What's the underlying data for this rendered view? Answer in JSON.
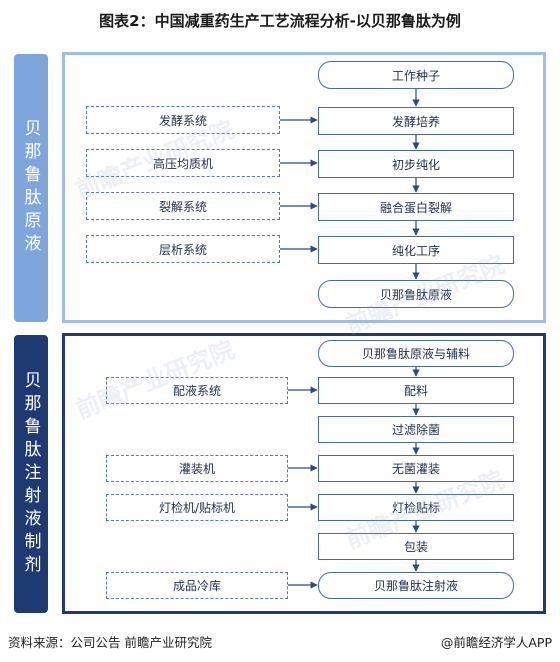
{
  "title": "图表2：中国减重药生产工艺流程分析-以贝那鲁肽为例",
  "section1": {
    "label": "贝那鲁肽原液",
    "steps": [
      "工作种子",
      "发酵培养",
      "初步纯化",
      "融合蛋白裂解",
      "纯化工序",
      "贝那鲁肽原液"
    ],
    "systems": [
      "发酵系统",
      "高压均质机",
      "裂解系统",
      "层析系统"
    ]
  },
  "section2": {
    "label": "贝那鲁肽注射液制剂",
    "steps": [
      "贝那鲁肽原液与辅料",
      "配料",
      "过滤除菌",
      "无菌灌装",
      "灯检贴标",
      "包装",
      "贝那鲁肽注射液"
    ],
    "systems": [
      "配液系统",
      "灌装机",
      "灯检机/贴标机",
      "成品冷库"
    ]
  },
  "watermark": "前瞻产业研究院",
  "footer": {
    "source": "资料来源：公司公告 前瞻产业研究院",
    "brand": "@前瞻经济学人APP"
  },
  "colors": {
    "section1_accent": "#7ea6dc",
    "section2_accent": "#1d3a73",
    "arrow": "#2b4a86"
  }
}
